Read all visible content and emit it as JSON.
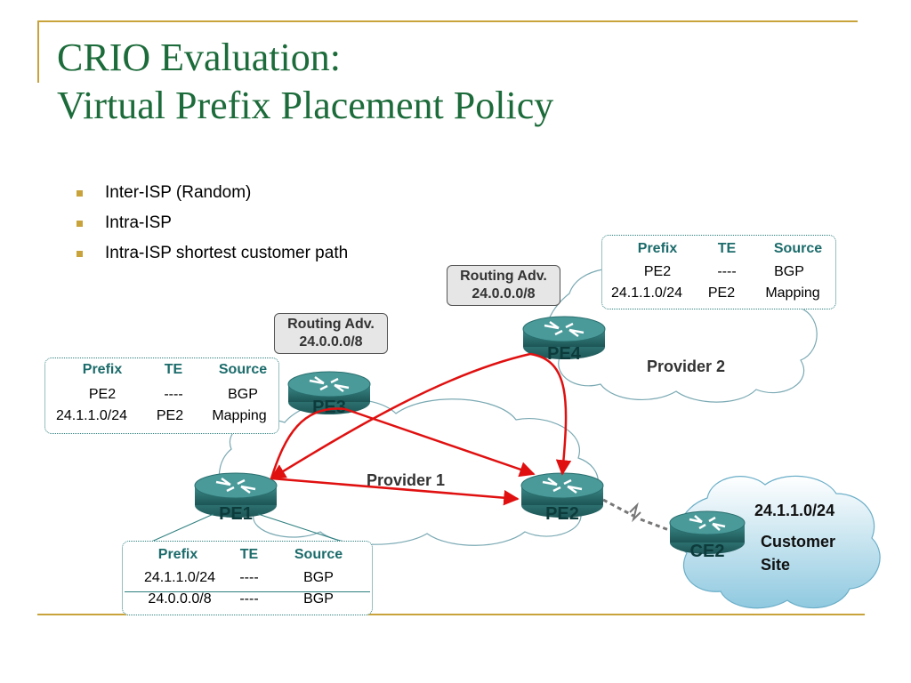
{
  "slide": {
    "title_line1": "CRIO Evaluation:",
    "title_line2": "Virtual Prefix Placement Policy",
    "bullets": [
      "Inter-ISP (Random)",
      "Intra-ISP",
      "Intra-ISP shortest customer path"
    ]
  },
  "diagram": {
    "routers": {
      "pe1": "PE1",
      "pe2": "PE2",
      "pe3": "PE3",
      "pe4": "PE4",
      "ce2": "CE2"
    },
    "clouds": {
      "provider1": "Provider 1",
      "provider2": "Provider 2",
      "customer_prefix": "24.1.1.0/24",
      "customer_line1": "Customer",
      "customer_line2": "Site"
    },
    "callouts": {
      "pe3": {
        "line1": "Routing Adv.",
        "line2": "24.0.0.0/8"
      },
      "pe4": {
        "line1": "Routing Adv.",
        "line2": "24.0.0.0/8"
      }
    },
    "tables": {
      "pe3": {
        "headers": [
          "Prefix",
          "TE",
          "Source"
        ],
        "rows": [
          [
            "PE2",
            "----",
            "BGP"
          ],
          [
            "24.1.1.0/24",
            "PE2",
            "Mapping"
          ]
        ]
      },
      "pe4": {
        "headers": [
          "Prefix",
          "TE",
          "Source"
        ],
        "rows": [
          [
            "PE2",
            "----",
            "BGP"
          ],
          [
            "24.1.1.0/24",
            "PE2",
            "Mapping"
          ]
        ]
      },
      "pe1": {
        "headers": [
          "Prefix",
          "TE",
          "Source"
        ],
        "rows": [
          [
            "24.1.1.0/24",
            "----",
            "BGP"
          ],
          [
            "24.0.0.0/8",
            "----",
            "BGP"
          ]
        ]
      }
    },
    "colors": {
      "title": "#1c6b3a",
      "accent": "#c8a23a",
      "router": "#2a6e6e",
      "path": "#e01010",
      "table_border": "#2f7f7f"
    }
  }
}
